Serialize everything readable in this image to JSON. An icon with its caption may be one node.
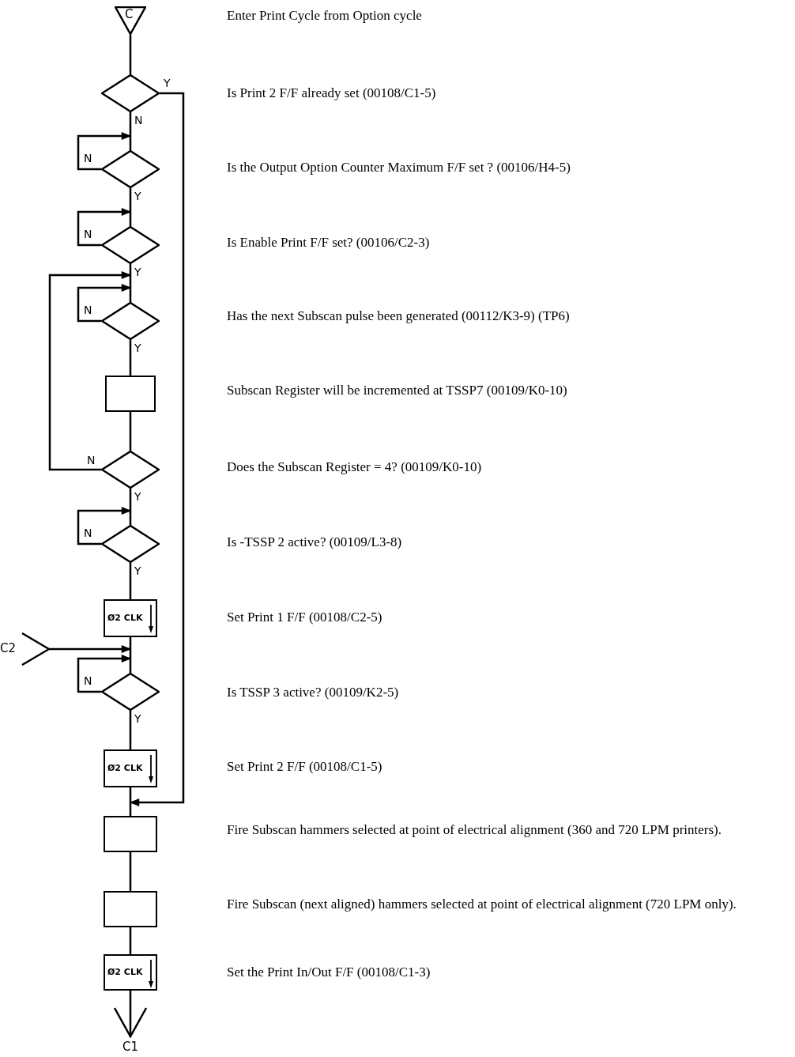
{
  "diagram": {
    "nodes": [
      {
        "text": [
          "C"
        ]
      },
      {
        "text": [],
        "shape": "diamond"
      },
      {
        "text": [],
        "shape": "diamond"
      },
      {
        "text": [],
        "shape": "diamond"
      },
      {
        "text": [],
        "shape": "diamond"
      },
      {
        "text": [],
        "shape": "box"
      },
      {
        "text": [],
        "shape": "diamond"
      },
      {
        "text": [],
        "shape": "diamond"
      },
      {
        "text": [
          "Ø2 CLK"
        ]
      },
      {
        "text": [
          "C2"
        ]
      },
      {
        "text": [],
        "shape": "diamond"
      },
      {
        "text": [
          "Ø2 CLK"
        ]
      },
      {
        "text": [],
        "shape": "box"
      },
      {
        "text": [],
        "shape": "box"
      },
      {
        "text": [
          "Ø2 CLK"
        ]
      },
      {
        "text": [
          "C1"
        ]
      }
    ],
    "edges": [
      {
        "from": 0,
        "to": 1,
        "arrow": "none"
      },
      {
        "from": 1,
        "to": 2,
        "arrow": "none",
        "label": "N"
      },
      {
        "from": 2,
        "to": 2,
        "arrow": "to",
        "label": "N"
      },
      {
        "from": 2,
        "to": 3,
        "arrow": "none",
        "label": "Y"
      },
      {
        "from": 3,
        "to": 3,
        "arrow": "to",
        "label": "N"
      },
      {
        "from": 3,
        "to": 4,
        "arrow": "none",
        "label": "Y"
      },
      {
        "from": 4,
        "to": 4,
        "arrow": "to",
        "label": "N"
      },
      {
        "from": 4,
        "to": 5,
        "arrow": "none",
        "label": "Y"
      },
      {
        "from": 5,
        "to": 6,
        "arrow": "none"
      },
      {
        "from": 6,
        "to": 4,
        "arrow": "to",
        "label": "N"
      },
      {
        "from": 6,
        "to": 7,
        "arrow": "none",
        "label": "Y"
      },
      {
        "from": 7,
        "to": 7,
        "arrow": "to",
        "label": "N"
      },
      {
        "from": 7,
        "to": 8,
        "arrow": "none",
        "label": "Y"
      },
      {
        "from": 8,
        "to": 10,
        "arrow": "none"
      },
      {
        "from": 9,
        "to": 10,
        "arrow": "to"
      },
      {
        "from": 10,
        "to": 10,
        "arrow": "to",
        "label": "N"
      },
      {
        "from": 10,
        "to": 11,
        "arrow": "none",
        "label": "Y"
      },
      {
        "from": 11,
        "to": 12,
        "arrow": "none"
      },
      {
        "from": 1,
        "to": 12,
        "arrow": "to",
        "label": "Y"
      },
      {
        "from": 12,
        "to": 13,
        "arrow": "none"
      },
      {
        "from": 13,
        "to": 14,
        "arrow": "none"
      },
      {
        "from": 14,
        "to": 15,
        "arrow": "none"
      }
    ],
    "labels": [
      "Enter Print Cycle from Option cycle",
      "Is Print 2 F/F already set (00108/C1-5)",
      "Is the Output Option Counter Maximum F/F set ? (00106/H4-5)",
      "Is Enable Print F/F set? (00106/C2-3)",
      "Has the next Subscan pulse been generated (00112/K3-9) (TP6)",
      "Subscan Register will be incremented at TSSP7 (00109/K0-10)",
      "Does the Subscan Register = 4? (00109/K0-10)",
      "Is -TSSP 2 active? (00109/L3-8)",
      "Set Print 1 F/F (00108/C2-5)",
      "Is TSSP 3 active? (00109/K2-5)",
      "Set Print 2 F/F (00108/C1-5)",
      "Fire Subscan hammers selected at point of electrical alignment (360 and 720 LPM printers).",
      "Fire Subscan (next aligned) hammers selected at point of electrical alignment (720 LPM only).",
      "Set the Print In/Out F/F (00108/C1-3)"
    ]
  }
}
